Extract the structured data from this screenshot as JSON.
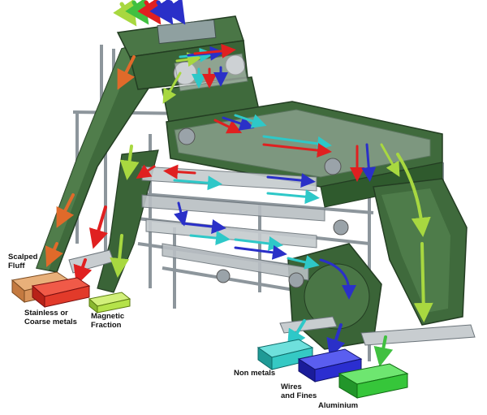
{
  "labels": {
    "scalped_fluff": [
      "Scalped",
      "Fluff"
    ],
    "stainless": [
      "Stainless or",
      "Coarse metals"
    ],
    "magnetic": [
      "Magnetic",
      "Fraction"
    ],
    "non_metals": [
      "Non metals"
    ],
    "wires": [
      "Wires",
      "and Fines"
    ],
    "aluminium": [
      "Aluminium"
    ]
  },
  "colors": {
    "housing": "#3f6a3c",
    "housing_dark": "#2a4a29",
    "housing_light": "#5b8a55",
    "frame": "#9aa3a9",
    "frame_dark": "#6b747a",
    "belt": "#b8bec2",
    "bin_fluff": "#d9945a",
    "bin_stainless": "#e23a2a",
    "bin_magnetic": "#b5e24a",
    "bin_nonmetals": "#35c9c4",
    "bin_wires": "#2b2ed0",
    "bin_aluminium": "#36c63a",
    "arrow_orange": "#e06a2a",
    "arrow_red": "#e02020",
    "arrow_lime": "#a8d840",
    "arrow_cyan": "#2ec8c8",
    "arrow_blue": "#2a30c8",
    "arrow_green": "#40c040"
  }
}
